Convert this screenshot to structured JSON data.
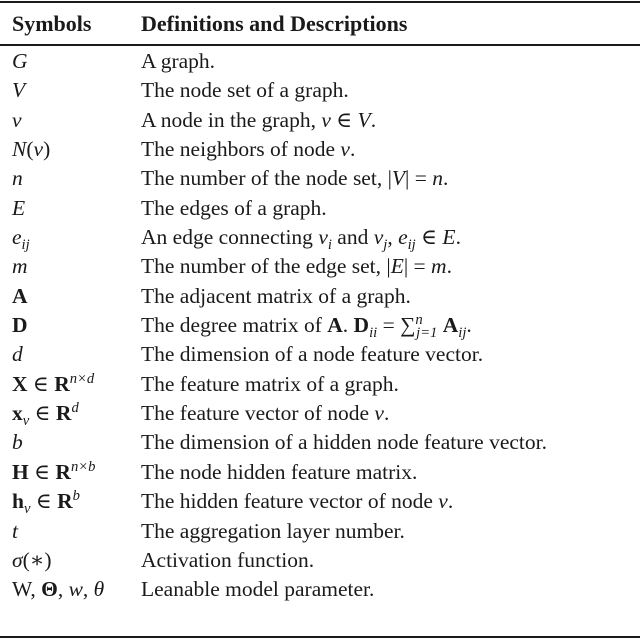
{
  "table": {
    "headers": {
      "symbols": "Symbols",
      "definitions": "Definitions and Descriptions"
    },
    "rows": [
      {
        "symbol": "G",
        "definition": "A graph."
      },
      {
        "symbol": "V",
        "definition": "The node set of a graph."
      },
      {
        "symbol": "v",
        "definition": "A node in the graph, v ∈ V."
      },
      {
        "symbol": "N(v)",
        "definition": "The neighbors of node v."
      },
      {
        "symbol": "n",
        "definition": "The number of the node set, |V| = n."
      },
      {
        "symbol": "E",
        "definition": "The edges of a graph."
      },
      {
        "symbol": "e_ij",
        "definition": "An edge connecting v_i and v_j, e_ij ∈ E."
      },
      {
        "symbol": "m",
        "definition": "The number of the edge set, |E| = m."
      },
      {
        "symbol": "A",
        "definition": "The adjacent matrix of a graph."
      },
      {
        "symbol": "D",
        "definition": "The degree matrix of A. D_ii = ∑_{j=1}^{n} A_ij."
      },
      {
        "symbol": "d",
        "definition": "The dimension of a node feature vector."
      },
      {
        "symbol": "X ∈ R^{n×d}",
        "definition": "The feature matrix of a graph."
      },
      {
        "symbol": "x_v ∈ R^d",
        "definition": "The feature vector of node v."
      },
      {
        "symbol": "b",
        "definition": "The dimension of a hidden node feature vector."
      },
      {
        "symbol": "H ∈ R^{n×b}",
        "definition": "The node hidden feature matrix."
      },
      {
        "symbol": "h_v ∈ R^b",
        "definition": "The hidden feature vector of node v."
      },
      {
        "symbol": "t",
        "definition": "The aggregation layer number."
      },
      {
        "symbol": "σ(∗)",
        "definition": "Activation function."
      },
      {
        "symbol": "W, Θ, w, θ",
        "definition": "Leanable model parameter."
      }
    ]
  },
  "parts": {
    "G": "G",
    "V": "V",
    "v": "v",
    "N": "N",
    "lp": "(",
    "rp": ")",
    "n": "n",
    "E": "E",
    "e": "e",
    "ij": "ij",
    "ii": "ii",
    "i": "i",
    "j": "j",
    "m": "m",
    "A": "A",
    "D": "D",
    "d": "d",
    "X": "X",
    "R": "R",
    "x": "x",
    "b": "b",
    "H": "H",
    "h": "h",
    "t": "t",
    "sigma": "σ",
    "star": "∗",
    "in": " ∈ ",
    "nxd": "n×d",
    "nxb": "n×b",
    "sum": "∑",
    "j1": "j=1",
    "W": "W",
    "Theta": "Θ",
    "w": "w",
    "theta": "θ",
    "comma": ", ",
    "bar": "|",
    "eq": " = ",
    "dot": ".",
    "d0": "A graph.",
    "d1": "The node set of a graph.",
    "d2a": "A node in the graph, ",
    "d3a": "The neighbors of node ",
    "d4a": "The number of the node set, ",
    "d5": "The edges of a graph.",
    "d6a": "An edge connecting ",
    "d6b": " and ",
    "d7a": "The number of the edge set, ",
    "d8": "The adjacent matrix of a graph.",
    "d9a": "The degree matrix of ",
    "d9b": ". ",
    "d10": "The dimension of a node feature vector.",
    "d11": "The feature matrix of a graph.",
    "d12a": "The feature vector of node ",
    "d13": "The dimension of a hidden node feature vector.",
    "d14": "The node hidden feature matrix.",
    "d15a": "The hidden feature vector of node ",
    "d16": "The aggregation layer number.",
    "d17": "Activation function.",
    "d18": "Leanable model parameter."
  }
}
